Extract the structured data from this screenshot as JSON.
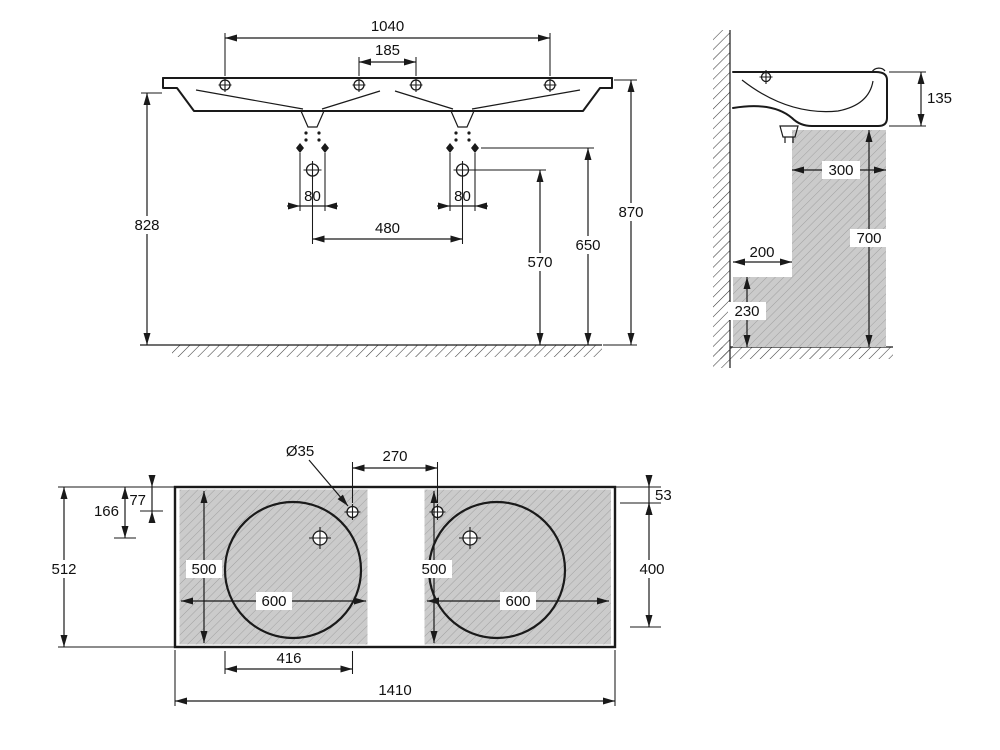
{
  "drawing": {
    "views": {
      "front": {
        "dims": {
          "w1040": "1040",
          "w185": "185",
          "w80_left": "80",
          "w80_right": "80",
          "w480": "480",
          "h828": "828",
          "h870": "870",
          "h650": "650",
          "h570": "570"
        }
      },
      "side": {
        "dims": {
          "d135": "135",
          "d300": "300",
          "d700": "700",
          "d200": "200",
          "d230": "230"
        }
      },
      "plan": {
        "dims": {
          "hole_diameter": "Ø35",
          "d270": "270",
          "d77": "77",
          "d166": "166",
          "d53": "53",
          "d512": "512",
          "d500_left": "500",
          "d600_left": "600",
          "d500_right": "500",
          "d600_right": "600",
          "d400": "400",
          "d416": "416",
          "d1410": "1410"
        }
      }
    },
    "colors": {
      "line": "#1a1a1a",
      "hatch_fill": "#cbcbcb",
      "hatch_line": "#a0a0a0",
      "background": "#ffffff"
    }
  }
}
